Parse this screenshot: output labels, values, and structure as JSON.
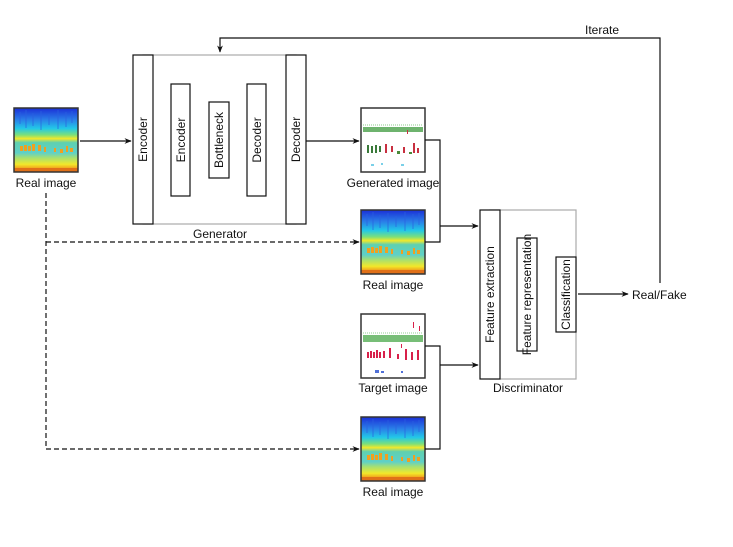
{
  "inputs": {
    "real_image_label": "Real image"
  },
  "generator": {
    "label": "Generator",
    "blocks": [
      "Encoder",
      "Encoder",
      "Bottleneck",
      "Decoder",
      "Decoder"
    ]
  },
  "images": {
    "generated": "Generated image",
    "real_2": "Real image",
    "target": "Target image",
    "real_3": "Real image"
  },
  "discriminator": {
    "label": "Discriminator",
    "blocks": [
      "Feature extraction",
      "Feature representation",
      "Classification"
    ]
  },
  "output": {
    "label": "Real/Fake"
  },
  "feedback": {
    "label": "Iterate"
  },
  "colors": {
    "spectrogram_dark_blue": "#1a2fd6",
    "spectrogram_cyan": "#22c8e8",
    "spectrogram_green": "#7be07b",
    "spectrogram_yellow": "#f2e82a",
    "spectrogram_orange": "#f29a1a",
    "target_green": "#3aa43a",
    "target_red": "#d8204a",
    "target_blue": "#5070d8"
  }
}
